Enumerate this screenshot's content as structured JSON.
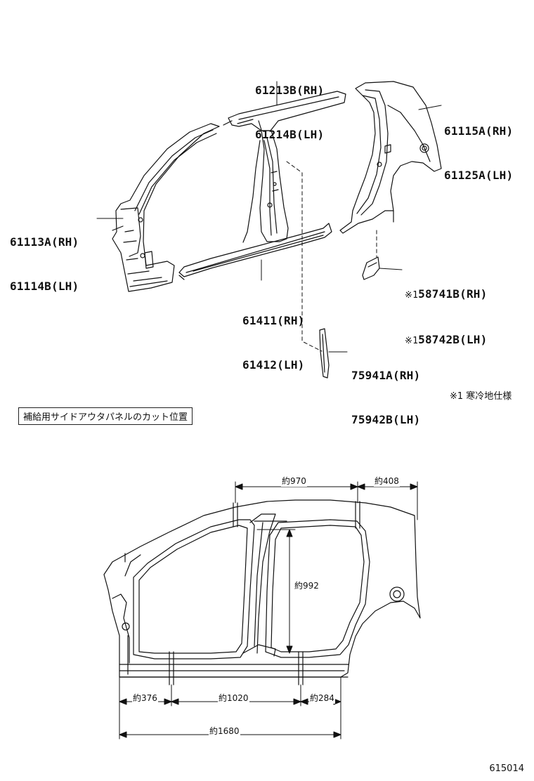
{
  "parts": {
    "roof_side_rail": [
      "61213B(RH)",
      "61214B(LH)"
    ],
    "quarter_panel": [
      "61115A(RH)",
      "61125A(LH)"
    ],
    "front_pillar": [
      "61113A(RH)",
      "61114B(LH)"
    ],
    "rocker_panel": [
      "61411(RH)",
      "61412(LH)"
    ],
    "mudguard": [
      "58741B(RH)",
      "58742B(LH)"
    ],
    "mudguard_mark": "※1",
    "garnish": [
      "75941A(RH)",
      "75942B(LH)"
    ]
  },
  "footnote": "※1 寒冷地仕様",
  "section_label": "補給用サイドアウタパネルのカット位置",
  "dimensions": {
    "top_970": "約970",
    "top_408": "約408",
    "vertical_992": "約992",
    "bottom_376": "約376",
    "bottom_1020": "約1020",
    "bottom_284": "約284",
    "bottom_1680": "約1680"
  },
  "figure_number": "615014"
}
